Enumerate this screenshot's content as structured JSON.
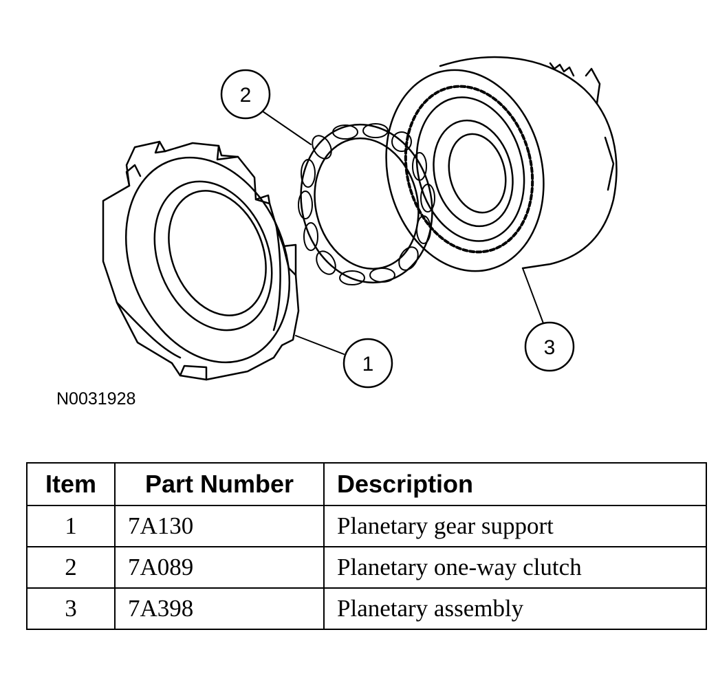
{
  "figure": {
    "id_label": "N0031928",
    "callouts": [
      {
        "number": "1",
        "part": "planetary-gear-support"
      },
      {
        "number": "2",
        "part": "planetary-one-way-clutch"
      },
      {
        "number": "3",
        "part": "planetary-assembly"
      }
    ]
  },
  "table": {
    "headers": {
      "item": "Item",
      "part_number": "Part Number",
      "description": "Description"
    },
    "rows": [
      {
        "item": "1",
        "part_number": "7A130",
        "description": "Planetary gear support"
      },
      {
        "item": "2",
        "part_number": "7A089",
        "description": "Planetary one-way clutch"
      },
      {
        "item": "3",
        "part_number": "7A398",
        "description": "Planetary assembly"
      }
    ]
  }
}
